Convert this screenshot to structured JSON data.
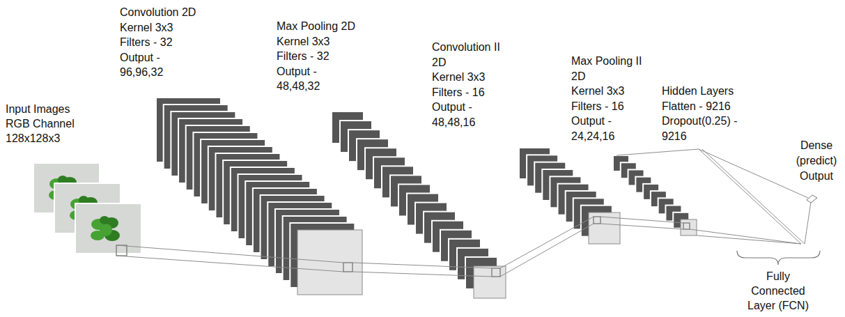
{
  "diagram": {
    "labels": [
      "Input Images RGB Channel 128x128x3",
      "Convolution 2D Kernel 3x3 Filters - 32 Output - 96,96,32",
      "Max Pooling 2D Kernel 3x3 Filters - 32 Output - 48,48,32",
      "Convolution II 2D Kernel 3x3 Filters - 16 Output - 48,48,16",
      "Max Pooling II 2D Kernel 3x3 Filters - 16 Output - 24,24,16",
      "Hidden Layers Flatten - 9216 Dropout(0.25) - 9216",
      "Dense (predict) Output",
      "Fully Connected Layer (FCN)"
    ]
  }
}
